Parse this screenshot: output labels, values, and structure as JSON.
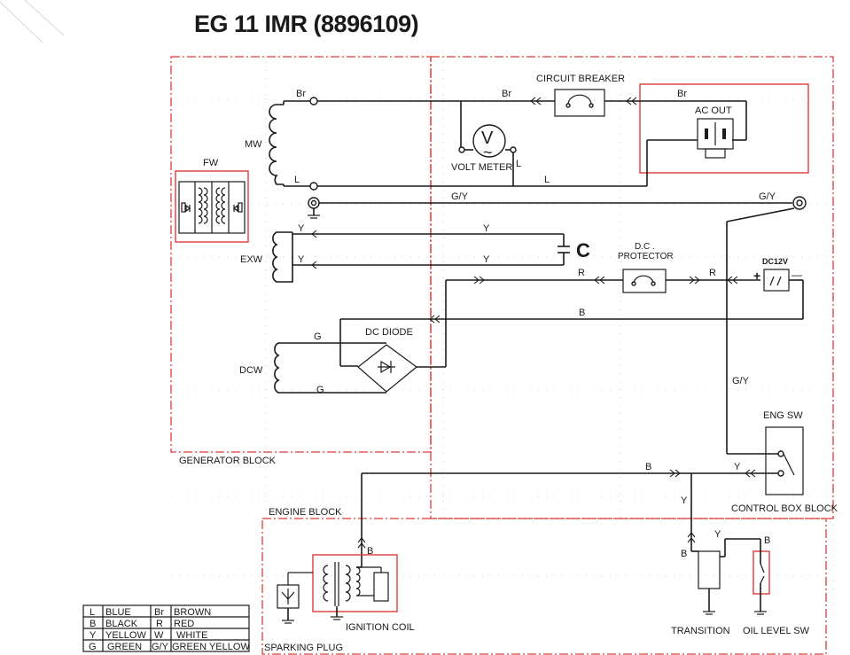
{
  "title": "EG 11 IMR (8896109)",
  "blocks": {
    "generator": "GENERATOR BLOCK",
    "engine": "ENGINE BLOCK",
    "control_box": "CONTROL BOX BLOCK"
  },
  "components": {
    "circuit_breaker": "CIRCUIT BREAKER",
    "ac_out": "AC OUT",
    "volt_meter": "VOLT METER",
    "volt_symbol": "V",
    "volt_tilde": "~",
    "fw": "FW",
    "mw": "MW",
    "exw": "EXW",
    "dcw": "DCW",
    "capacitor": "C",
    "dc_protector_line1": "D.C .",
    "dc_protector_line2": "PROTECTOR",
    "dc12v": "DC12V",
    "dc_plus": "+",
    "dc_minus": "—",
    "dc_diode": "DC DIODE",
    "eng_sw": "ENG SW",
    "ignition_coil": "IGNITION COIL",
    "sparking_plug": "SPARKING PLUG",
    "transition": "TRANSITION",
    "oil_level_sw": "OIL LEVEL SW"
  },
  "wire_labels": {
    "br": "Br",
    "l": "L",
    "gy": "G/Y",
    "y": "Y",
    "r": "R",
    "b": "B",
    "g": "G"
  },
  "legend": [
    {
      "code": "L",
      "color": "BLUE",
      "code2": "Br",
      "color2": "BROWN"
    },
    {
      "code": "B",
      "color": "BLACK",
      "code2": "R",
      "color2": "RED"
    },
    {
      "code": "Y",
      "color": "YELLOW",
      "code2": "W",
      "color2": "WHITE"
    },
    {
      "code": "G",
      "color": "GREEN",
      "code2": "G/Y",
      "color2": "GREEN YELLOW"
    }
  ]
}
